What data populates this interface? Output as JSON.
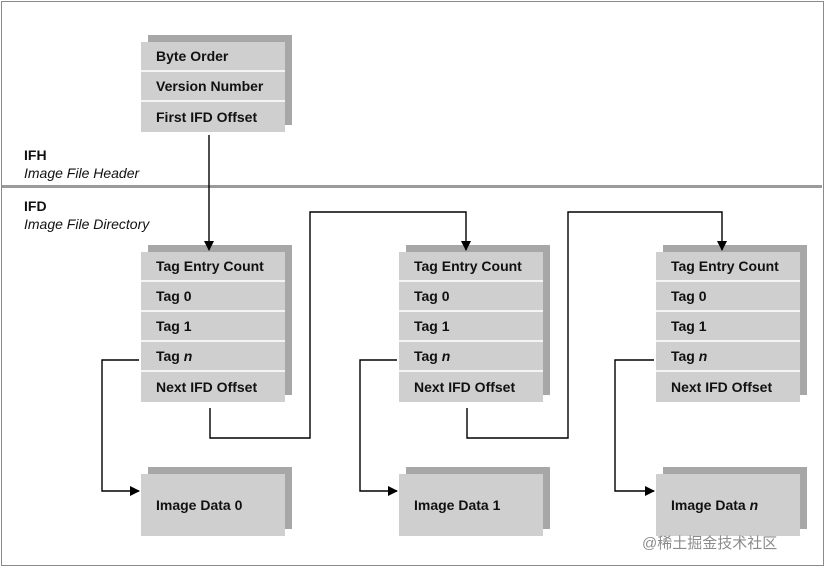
{
  "header": {
    "rows": [
      "Byte Order",
      "Version Number",
      "First IFD Offset"
    ]
  },
  "sections": {
    "ifh": {
      "abbr": "IFH",
      "full": "Image File Header"
    },
    "ifd": {
      "abbr": "IFD",
      "full": "Image File Directory"
    }
  },
  "ifds": [
    {
      "rows": {
        "count": "Tag Entry Count",
        "tag0": "Tag 0",
        "tag1": "Tag 1",
        "tagn_prefix": "Tag ",
        "tagn_var": "n",
        "next": "Next IFD Offset"
      },
      "data": {
        "prefix": "Image Data ",
        "index": "0"
      }
    },
    {
      "rows": {
        "count": "Tag Entry Count",
        "tag0": "Tag 0",
        "tag1": "Tag 1",
        "tagn_prefix": "Tag ",
        "tagn_var": "n",
        "next": "Next IFD Offset"
      },
      "data": {
        "prefix": "Image Data ",
        "index": "1"
      }
    },
    {
      "rows": {
        "count": "Tag Entry Count",
        "tag0": "Tag 0",
        "tag1": "Tag 1",
        "tagn_prefix": "Tag ",
        "tagn_var": "n",
        "next": "Next IFD Offset"
      },
      "data": {
        "prefix": "Image Data ",
        "index": "n"
      }
    }
  ],
  "watermark": {
    "text": "@稀土掘金技术社区"
  },
  "colors": {
    "box_face": "#cfcfcf",
    "box_depth": "#a7a7a7",
    "line": "#000000",
    "divider": "#9a9a9a"
  }
}
